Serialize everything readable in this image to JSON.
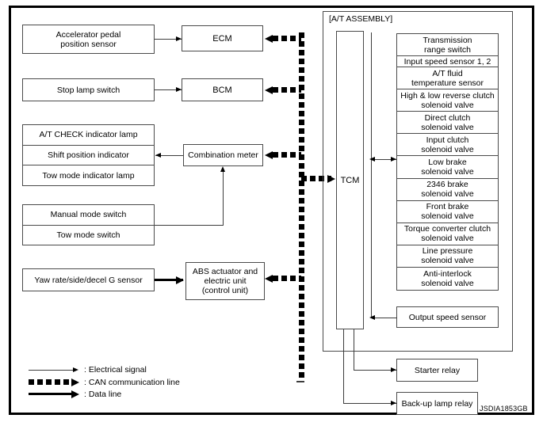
{
  "diagram": {
    "id_code": "JSDIA1853GB",
    "assembly_label": "[A/T ASSEMBLY]",
    "tcm_label": "TCM"
  },
  "left_components": {
    "accelerator_pedal_sensor": "Accelerator pedal\nposition sensor",
    "accelerator_pedal_sensor_line1": "Accelerator pedal",
    "accelerator_pedal_sensor_line2": "position sensor",
    "stop_lamp_switch": "Stop lamp switch",
    "yaw_sensor": "Yaw rate/side/decel G sensor"
  },
  "modules": {
    "ecm": "ECM",
    "bcm": "BCM",
    "combination_meter": "Combination meter",
    "abs_line1": "ABS actuator and",
    "abs_line2": "electric unit",
    "abs_line3": "(control unit)"
  },
  "indicator_group": [
    "A/T CHECK indicator lamp",
    "Shift position indicator",
    "Tow mode indicator lamp"
  ],
  "switch_group": [
    "Manual mode switch",
    "Tow mode switch"
  ],
  "at_components": [
    {
      "line1": "Transmission",
      "line2": "range switch",
      "lines": 2
    },
    {
      "line1": "Input speed sensor 1, 2",
      "line2": "",
      "lines": 1
    },
    {
      "line1": "A/T fluid",
      "line2": "temperature sensor",
      "lines": 2
    },
    {
      "line1": "High & low reverse clutch",
      "line2": "solenoid valve",
      "lines": 2
    },
    {
      "line1": "Direct clutch",
      "line2": "solenoid valve",
      "lines": 2
    },
    {
      "line1": "Input clutch",
      "line2": "solenoid valve",
      "lines": 2
    },
    {
      "line1": "Low brake",
      "line2": "solenoid valve",
      "lines": 2
    },
    {
      "line1": "2346 brake",
      "line2": "solenoid valve",
      "lines": 2
    },
    {
      "line1": "Front brake",
      "line2": "solenoid valve",
      "lines": 2
    },
    {
      "line1": "Torque converter clutch",
      "line2": "solenoid valve",
      "lines": 2
    },
    {
      "line1": "Line pressure",
      "line2": "solenoid valve",
      "lines": 2
    },
    {
      "line1": "Anti-interlock",
      "line2": "solenoid valve",
      "lines": 2
    }
  ],
  "other_components": {
    "output_speed_sensor": "Output speed sensor",
    "starter_relay": "Starter relay",
    "backup_lamp_relay": "Back-up lamp relay"
  },
  "legend": [
    {
      "type": "electrical",
      "label": ": Electrical signal"
    },
    {
      "type": "can",
      "label": ": CAN communication line"
    },
    {
      "type": "data",
      "label": ": Data line"
    }
  ],
  "colors": {
    "line": "#3c3c3c",
    "box_border": "#4a4a4a",
    "ink": "#000000",
    "background": "#ffffff"
  }
}
